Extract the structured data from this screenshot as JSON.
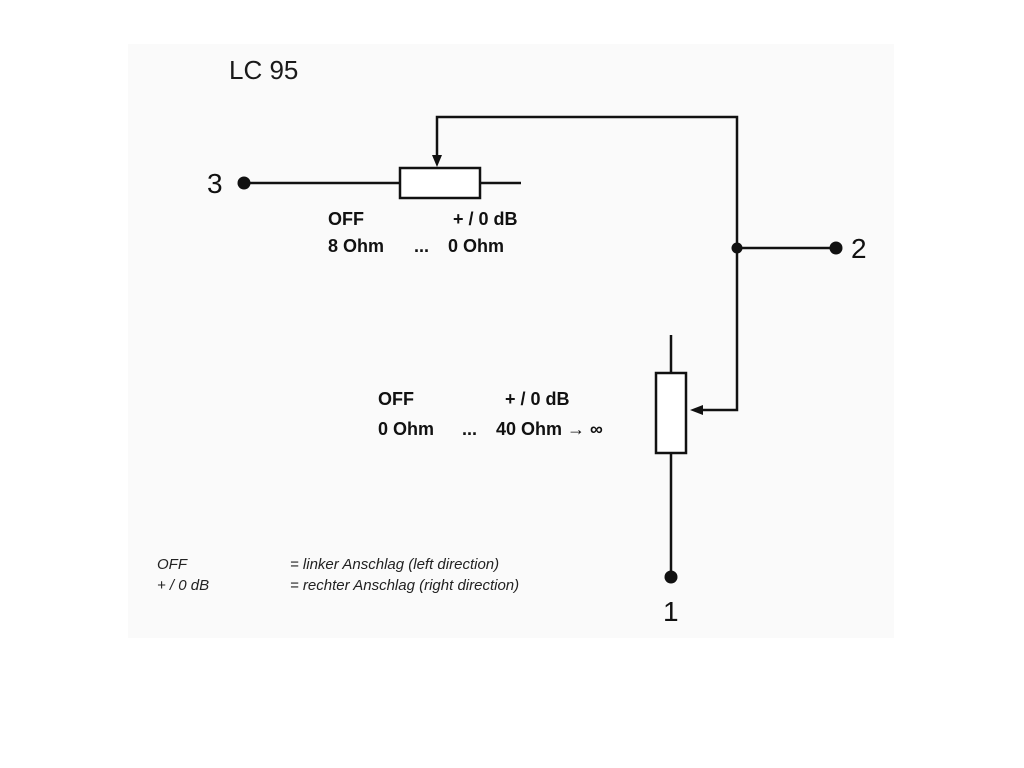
{
  "title": "LC 95",
  "terminals": {
    "t1": "1",
    "t2": "2",
    "t3": "3"
  },
  "pot_top": {
    "off_label": "OFF",
    "max_label": "+ / 0 dB",
    "range_from": "8 Ohm",
    "ellipsis": "...",
    "range_to": "0 Ohm"
  },
  "pot_bottom": {
    "off_label": "OFF",
    "max_label": "+ / 0 dB",
    "range_from": "0 Ohm",
    "ellipsis": "...",
    "range_to": "40 Ohm → ∞"
  },
  "legend": [
    {
      "term": "OFF",
      "meaning": "= linker Anschlag (left direction)"
    },
    {
      "term": "+ / 0 dB",
      "meaning": "= rechter Anschlag (right direction)"
    }
  ]
}
